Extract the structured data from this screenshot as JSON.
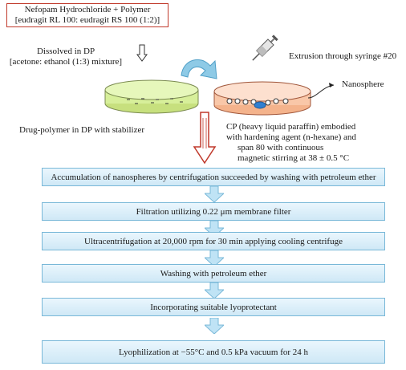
{
  "colors": {
    "red": "#c0392b",
    "step_border": "#79b8d8",
    "step_fill_top": "#eaf6fd",
    "step_fill_bottom": "#cfe8f6",
    "arrow_fill": "#bfe3f5",
    "dish_left": "#d7ef9a",
    "dish_right": "#f9c7a8",
    "curved_arrow": "#8ecae6"
  },
  "top": {
    "box_line1": "Nefopam Hydrochloride + Polymer",
    "box_line2": "[eudragit RL 100: eudragit RS 100 (1:2)]",
    "dissolved_line1": "Dissolved in DP",
    "dissolved_line2": "[acetone: ethanol (1:3) mixture]",
    "extrusion": "Extrusion through syringe #20",
    "nanosphere": "Nanosphere",
    "drug_polymer": "Drug-polymer in DP with stabilizer",
    "cp_line1": "CP (heavy liquid paraffin) embodied",
    "cp_line2": "with hardening agent (n-hexane) and",
    "cp_line3": "span 80 with continuous",
    "cp_line4": "magnetic stirring at 38 ± 0.5 °C"
  },
  "icons": {
    "down_arrow": "hollow-down-arrow-icon",
    "curved_arrow": "curved-arrow-icon",
    "syringe": "syringe-icon"
  },
  "steps": [
    "Accumulation of nanospheres by centrifugation succeeded by washing with petroleum ether",
    "Filtration utilizing 0.22 μm membrane filter",
    "Ultracentrifugation at 20,000 rpm for 30 min applying cooling centrifuge",
    "Washing with petroleum ether",
    "Incorporating suitable lyoprotectant",
    "Lyophilization at −55°C and 0.5 kPa vacuum for 24 h"
  ]
}
